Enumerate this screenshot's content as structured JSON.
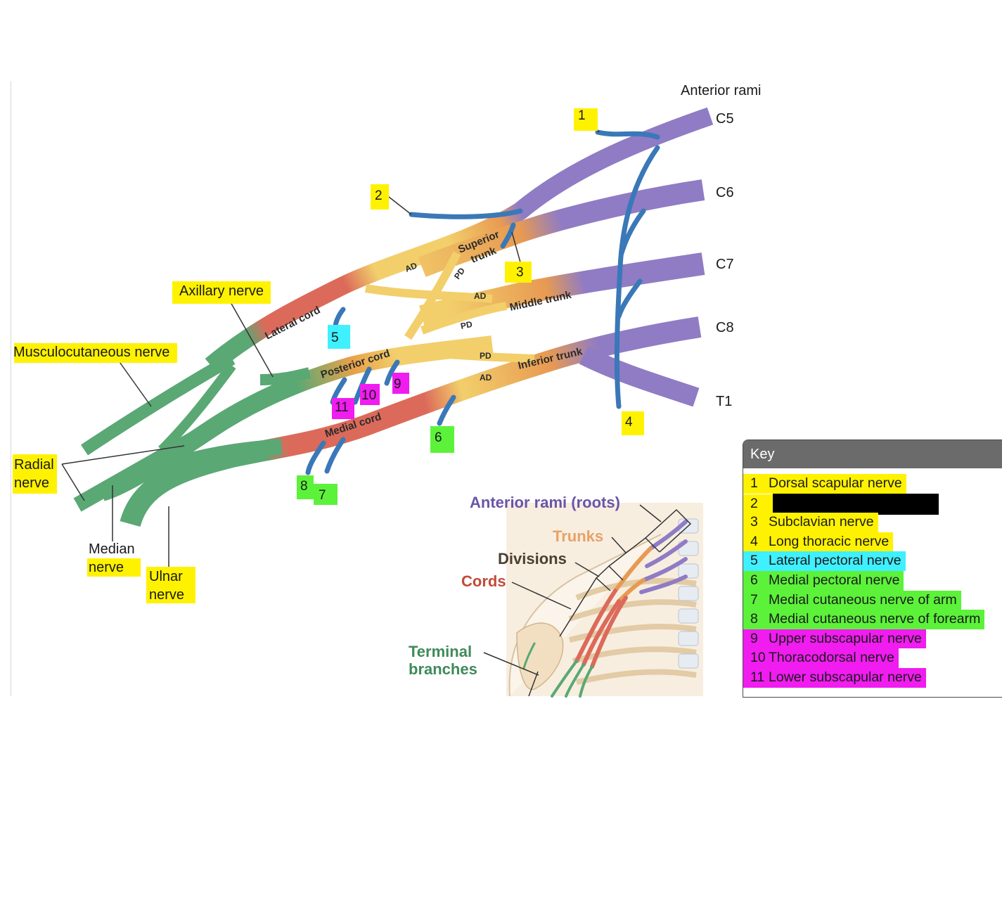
{
  "colors": {
    "highlight_yellow": "#fff200",
    "highlight_cyan": "#3ff0ff",
    "highlight_green": "#5cf23a",
    "highlight_magenta": "#f01cf0",
    "roots_purple": "#8f7cc4",
    "trunks_orange": "#e89a52",
    "divisions_yellow": "#f2cf6b",
    "cords_red": "#dc6a5a",
    "terminal_green": "#5aa874",
    "branch_blue": "#3a78b8"
  },
  "roots": {
    "header": "Anterior rami",
    "labels": [
      "C5",
      "C6",
      "C7",
      "C8",
      "T1"
    ]
  },
  "nerve_labels": {
    "superior_trunk_1": "Superior",
    "superior_trunk_2": "trunk",
    "middle_trunk": "Middle trunk",
    "inferior_trunk": "Inferior trunk",
    "lateral_cord": "Lateral cord",
    "posterior_cord": "Posterior cord",
    "medial_cord": "Medial cord"
  },
  "division_labels": {
    "ad_superior": "AD",
    "pd_superior": "PD",
    "ad_middle": "AD",
    "pd_middle": "PD",
    "pd_inferior": "PD",
    "ad_inferior": "AD"
  },
  "terminal_labels": {
    "axillary": "Axillary nerve",
    "musculocutaneous": "Musculocutaneous nerve",
    "radial_1": "Radial",
    "radial_2": "nerve",
    "median_1": "Median",
    "median_2": "nerve",
    "ulnar_1": "Ulnar",
    "ulnar_2": "nerve"
  },
  "branch_numbers": [
    "1",
    "2",
    "3",
    "4",
    "5",
    "6",
    "7",
    "8",
    "9",
    "10",
    "11"
  ],
  "inset": {
    "roots": "Anterior rami (roots)",
    "trunks": "Trunks",
    "divisions": "Divisions",
    "cords": "Cords",
    "terminal_1": "Terminal",
    "terminal_2": "branches"
  },
  "key": {
    "title": "Key",
    "items": [
      {
        "n": "1",
        "label": "Dorsal scapular nerve",
        "color": "yellow"
      },
      {
        "n": "2",
        "label": "",
        "color": "yellow",
        "redacted": true
      },
      {
        "n": "3",
        "label": "Subclavian nerve",
        "color": "yellow"
      },
      {
        "n": "4",
        "label": "Long thoracic nerve",
        "color": "yellow"
      },
      {
        "n": "5",
        "label": "Lateral pectoral nerve",
        "color": "cyan"
      },
      {
        "n": "6",
        "label": "Medial pectoral nerve",
        "color": "green"
      },
      {
        "n": "7",
        "label": "Medial cutaneous nerve of arm",
        "color": "green"
      },
      {
        "n": "8",
        "label": "Medial cutaneous nerve of forearm",
        "color": "green"
      },
      {
        "n": "9",
        "label": "Upper subscapular nerve",
        "color": "magenta"
      },
      {
        "n": "10",
        "label": "Thoracodorsal nerve",
        "color": "magenta"
      },
      {
        "n": "11",
        "label": "Lower subscapular nerve",
        "color": "magenta"
      }
    ]
  }
}
